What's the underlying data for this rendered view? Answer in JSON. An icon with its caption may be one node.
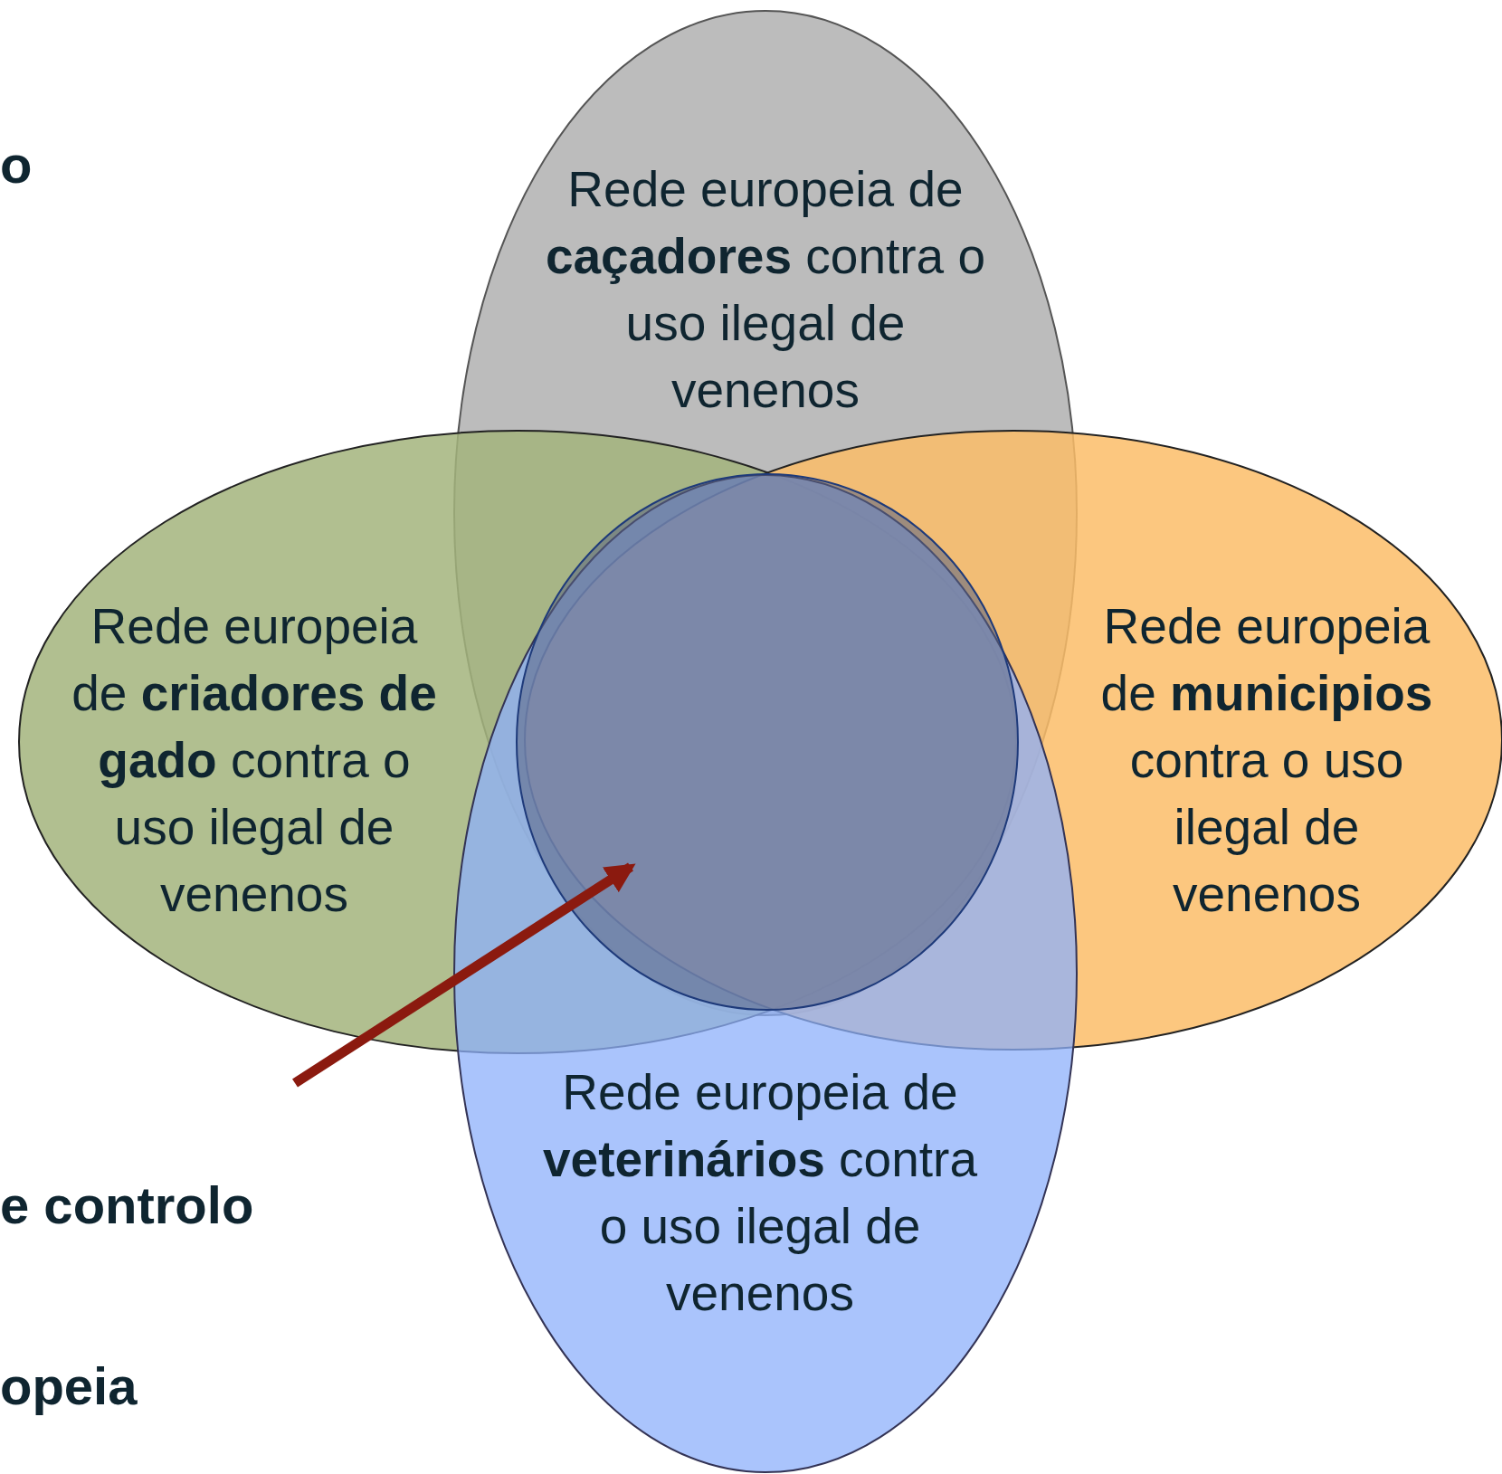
{
  "diagram": {
    "nodes": [
      {
        "text": [
          "Rede europeia de **caçadores** contra o uso ilegal de venenos"
        ]
      },
      {
        "text": [
          "Rede europeia de **criadores de gado** contra o uso ilegal de venenos"
        ]
      },
      {
        "text": [
          "Rede europeia de **municipios** contra o uso ilegal de venenos"
        ]
      },
      {
        "text": [
          "Rede europeia de **veterinários** contra o uso ilegal de venenos"
        ]
      },
      {
        "text": [],
        "shape": "circle"
      }
    ],
    "edges": [
      {
        "from": null,
        "to": 4,
        "arrow": "to",
        "color": "#8b1a0f"
      }
    ],
    "labels": [
      "o",
      "e controlo",
      "opeia"
    ]
  }
}
